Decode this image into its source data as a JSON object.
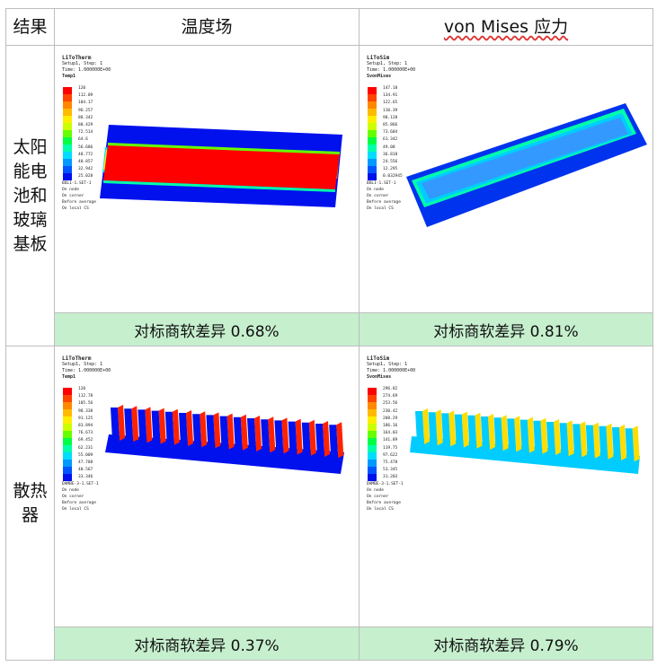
{
  "header": {
    "col1": "结果",
    "col2": "温度场",
    "col3": "von Mises 应力"
  },
  "rows": [
    {
      "label": "太阳能电池和玻璃基板",
      "label_lines": [
        "太阳",
        "能电",
        "池和",
        "玻璃",
        "基板"
      ],
      "thermal": {
        "app": "LiToTherm",
        "step": "Setup1, Step: 1",
        "time": "Time: 1.000000E+00",
        "var": "Temp1",
        "values": [
          "120",
          "112.09",
          "104.17",
          "96.257",
          "88.342",
          "80.429",
          "72.514",
          "64.6",
          "56.686",
          "48.772",
          "40.857",
          "32.942",
          "25.028"
        ],
        "foot": [
          "BOL1-1.SET-1",
          "On node",
          "On corner",
          "Before average",
          "On local CS"
        ],
        "diff": "对标商软差异 0.68%"
      },
      "stress": {
        "app": "LiToSim",
        "step": "Setup1, Step: 1",
        "time": "Time: 1.000000E+00",
        "var": "SvonMises",
        "values": [
          "147.18",
          "134.91",
          "122.65",
          "110.39",
          "98.128",
          "85.866",
          "73.604",
          "61.342",
          "49.08",
          "36.818",
          "24.556",
          "12.295",
          "0.032945"
        ],
        "foot": [
          "BOL1-1.SET-1",
          "On node",
          "On corner",
          "Before average",
          "On local CS"
        ],
        "diff": "对标商软差异 0.81%"
      }
    },
    {
      "label": "散热器",
      "label_lines": [
        "散热",
        "器"
      ],
      "thermal": {
        "app": "LiToTherm",
        "step": "Setup1, Step: 1",
        "time": "Time: 1.000000E+00",
        "var": "Temp1",
        "values": [
          "120",
          "112.78",
          "105.56",
          "98.338",
          "91.125",
          "83.894",
          "76.673",
          "69.452",
          "62.231",
          "55.009",
          "47.788",
          "40.567",
          "33.346"
        ],
        "foot": [
          "DAMBE-3-1.SET-1",
          "On node",
          "On corner",
          "Before average",
          "On local CS"
        ],
        "diff": "对标商软差异 0.37%"
      },
      "stress": {
        "app": "LiToSim",
        "step": "Setup1, Step: 1",
        "time": "Time: 1.000000E+00",
        "var": "SvonMises",
        "values": [
          "296.82",
          "274.69",
          "253.56",
          "230.42",
          "208.29",
          "186.16",
          "164.03",
          "141.89",
          "119.75",
          "97.622",
          "75.478",
          "53.345",
          "31.203"
        ],
        "foot": [
          "DAMBE-3-1.SET-1",
          "On node",
          "On corner",
          "Before average",
          "On local CS"
        ],
        "diff": "对标商软差异 0.79%"
      }
    }
  ],
  "colormap": [
    "#ff0000",
    "#ff4400",
    "#ff8800",
    "#ffbb00",
    "#ffee00",
    "#ccff00",
    "#66ff00",
    "#00ff44",
    "#00ffaa",
    "#00ddff",
    "#0099ff",
    "#0055ff",
    "#0011ee"
  ]
}
